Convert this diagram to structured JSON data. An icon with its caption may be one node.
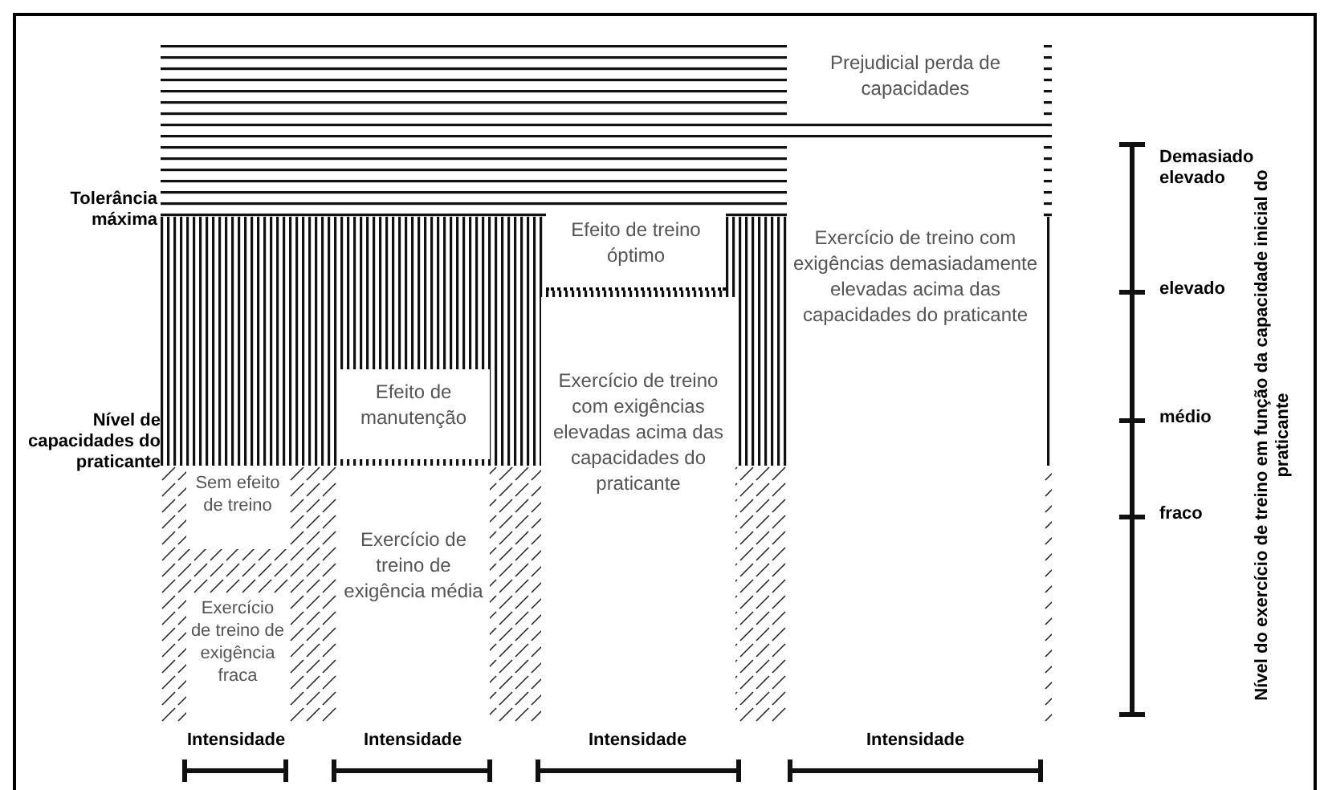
{
  "diagram": {
    "nodes": [
      {
        "text": [
          "Prejudicial perda de capacidades"
        ]
      },
      {
        "text": [
          "Efeito de treino óptimo"
        ]
      },
      {
        "text": [
          "Exercício de treino com exigências demasiadamente elevadas acima das capacidades do praticante"
        ]
      },
      {
        "text": [
          "Efeito de manutenção"
        ]
      },
      {
        "text": [
          "Sem efeito de treino"
        ]
      },
      {
        "text": [
          "Exercício de treino com exigências elevadas acima das capacidades do praticante"
        ]
      },
      {
        "text": [
          "Exercício de treino de exigência média"
        ]
      },
      {
        "text": [
          "Exercício de treino de exigência fraca"
        ]
      }
    ],
    "labels": [
      "Tolerância máxima",
      "Demasiado elevado",
      "elevado",
      "Nível de capacidades do praticante",
      "médio",
      "fraco",
      "Nível do exercício de treino em função da capacidade inicial do praticante",
      "Intensidade",
      "Intensidade",
      "Intensidade",
      "Intensidade"
    ]
  }
}
